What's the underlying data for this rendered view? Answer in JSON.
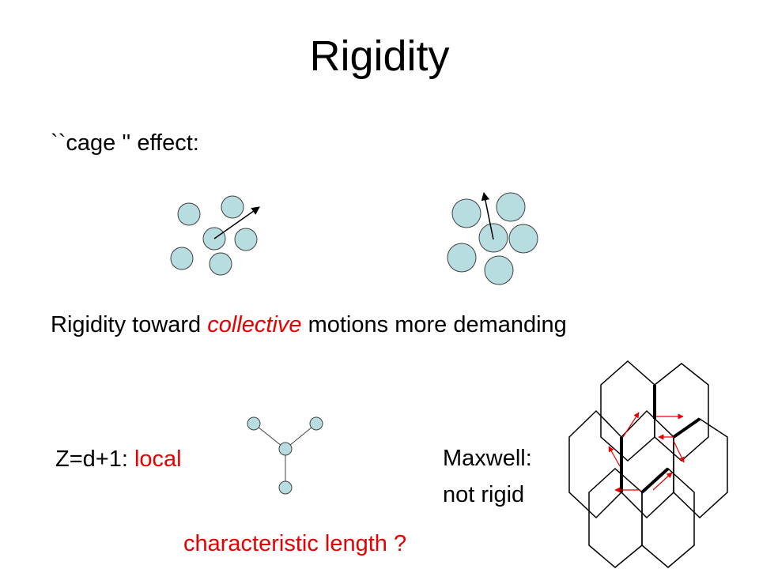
{
  "title": "Rigidity",
  "cage_heading": "``cage '' effect:",
  "sentence": {
    "before": "Rigidity toward ",
    "emphasis": "collective",
    "after": " motions more demanding"
  },
  "local": {
    "prefix": "Z=d+1: ",
    "highlight": "local"
  },
  "maxwell": {
    "line1": "Maxwell:",
    "line2": "not rigid"
  },
  "question": "characteristic  length ?",
  "colors": {
    "particle_fill": "#b8dde0",
    "particle_stroke": "#404040",
    "highlight_red": "#e60000",
    "arrow": "#000000"
  }
}
